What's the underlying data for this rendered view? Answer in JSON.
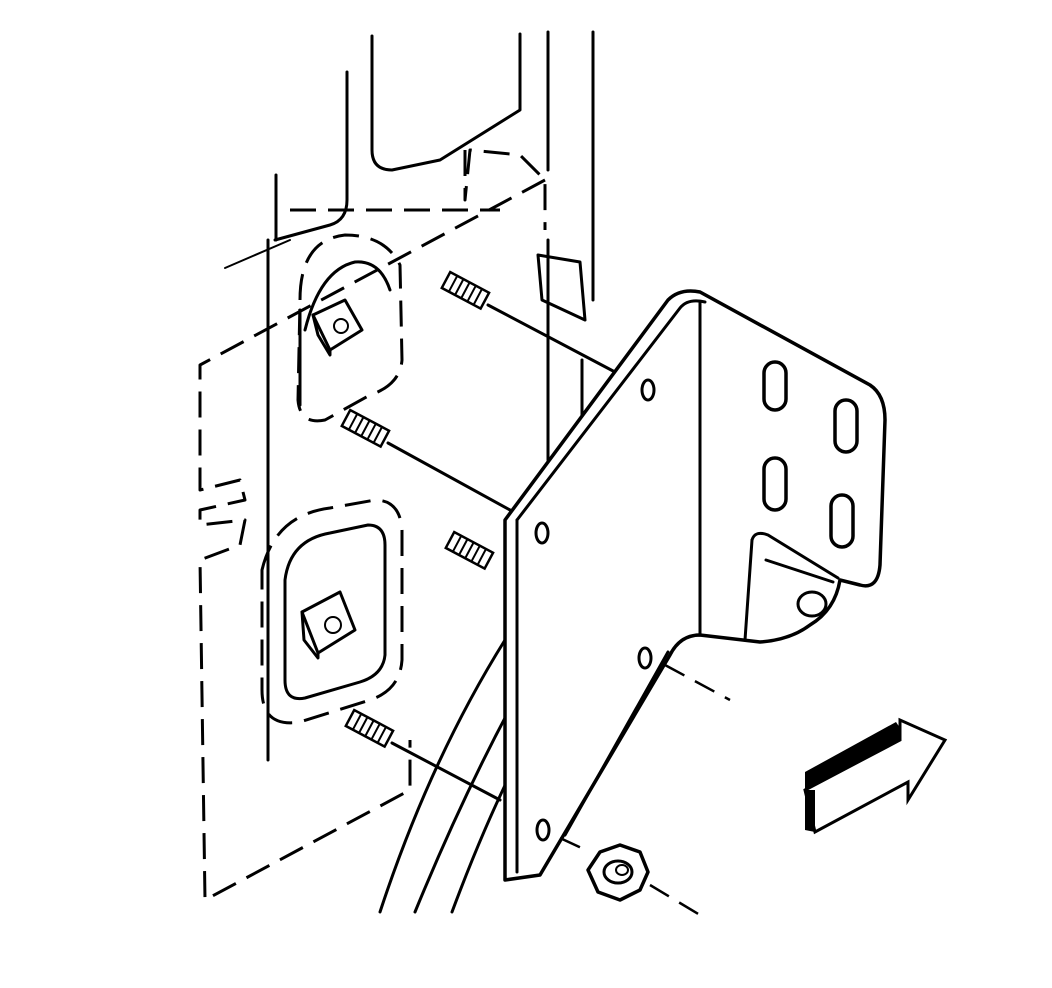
{
  "figure": {
    "kind": "exploded-assembly-line-drawing",
    "parts": [
      "vehicle-body-panel",
      "welded-stud",
      "cage-nut",
      "mounting-bracket",
      "flange-nut",
      "view-direction-arrow"
    ],
    "stud_count": 4,
    "cage_nut_count": 2,
    "bracket_slot_count": 4,
    "arrow_fill": "#000000",
    "line_color": "#000000",
    "background": "#ffffff"
  }
}
